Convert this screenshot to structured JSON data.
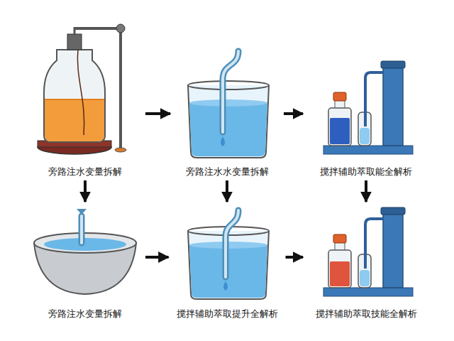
{
  "diagram": {
    "nodes": [
      {
        "text": [
          "旁路注水变量拆解"
        ]
      },
      {
        "text": [
          "旁路注水水变量拆解"
        ]
      },
      {
        "text": [
          "搅拌辅助萃取能全解析"
        ]
      },
      {
        "text": [
          "旁路注水变量拆解"
        ]
      },
      {
        "text": [
          "搅拌辅助萃取提升全解析"
        ]
      },
      {
        "text": [
          "搅拌辅助萃取技能全解析"
        ]
      }
    ],
    "edges": [
      {
        "from": 0,
        "to": 1,
        "arrow": "to"
      },
      {
        "from": 1,
        "to": 2,
        "arrow": "to"
      },
      {
        "from": 0,
        "to": 3,
        "arrow": "to"
      },
      {
        "from": 1,
        "to": 4,
        "arrow": "to"
      },
      {
        "from": 2,
        "to": 5,
        "arrow": "to"
      },
      {
        "from": 3,
        "to": 4,
        "arrow": "to"
      },
      {
        "from": 4,
        "to": 5,
        "arrow": "to"
      }
    ]
  }
}
